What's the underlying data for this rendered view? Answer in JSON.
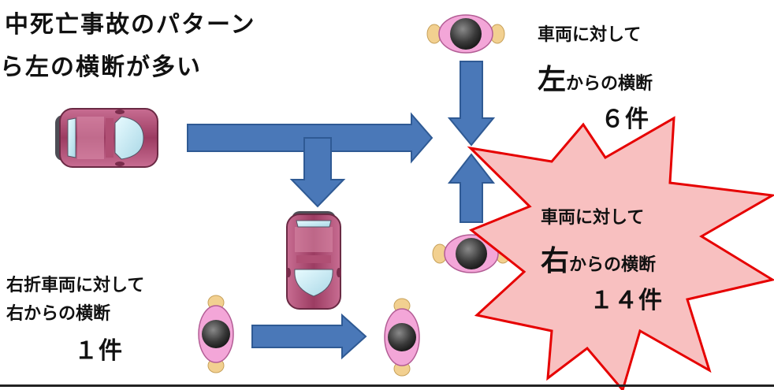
{
  "heading": {
    "line1": "中死亡事故のパターン",
    "line2": "ら左の横断が多い"
  },
  "left_case": {
    "line1": "車両に対して",
    "direction": "左",
    "line2_rest": "からの横断",
    "count": "６件"
  },
  "right_case": {
    "line1": "車両に対して",
    "direction": "右",
    "line2_rest": "からの横断",
    "count": "１４件"
  },
  "right_turn_case": {
    "line1": "右折車両に対して",
    "line2": "右からの横断",
    "count": "１件"
  },
  "colors": {
    "arrow_fill": "#4a78b8",
    "arrow_stroke": "#2f5a94",
    "burst_fill": "#f8c0c0",
    "burst_stroke": "#e60000",
    "car_body": "#b9557a",
    "pedestrian_body": "#f3a6d8",
    "pedestrian_head": "#3b3b3b",
    "pedestrian_foot": "#f2d090"
  }
}
